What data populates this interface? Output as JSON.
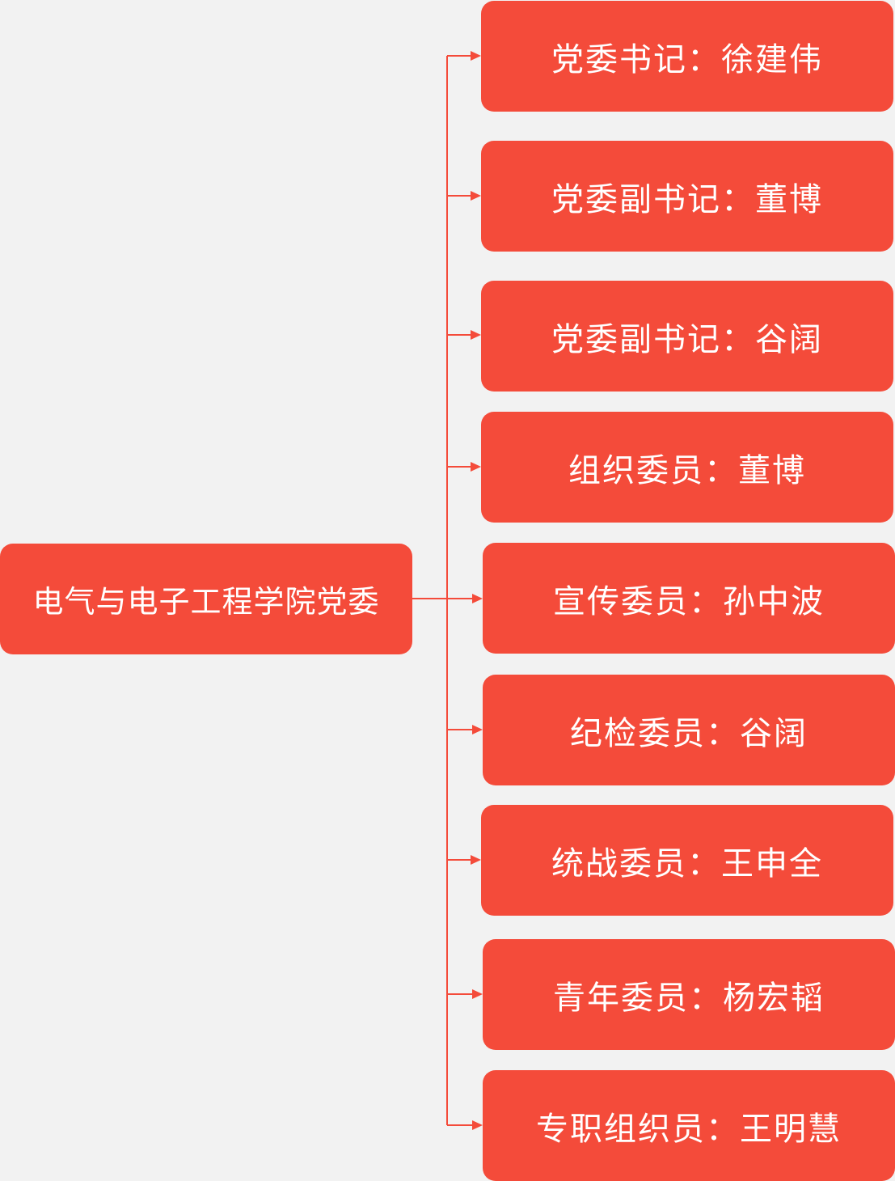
{
  "root": {
    "label": "电气与电子工程学院党委"
  },
  "members": [
    {
      "label": "党委书记：徐建伟"
    },
    {
      "label": "党委副书记：董博"
    },
    {
      "label": "党委副书记：谷阔"
    },
    {
      "label": "组织委员：董博"
    },
    {
      "label": "宣传委员：孙中波"
    },
    {
      "label": "纪检委员：谷阔"
    },
    {
      "label": "统战委员：王申全"
    },
    {
      "label": "青年委员：杨宏韬"
    },
    {
      "label": "专职组织员：王明慧"
    }
  ],
  "colors": {
    "node_fill": "#f44b3a",
    "connector": "#f44b3a",
    "background": "#f2f2f2",
    "text": "#ffffff"
  }
}
